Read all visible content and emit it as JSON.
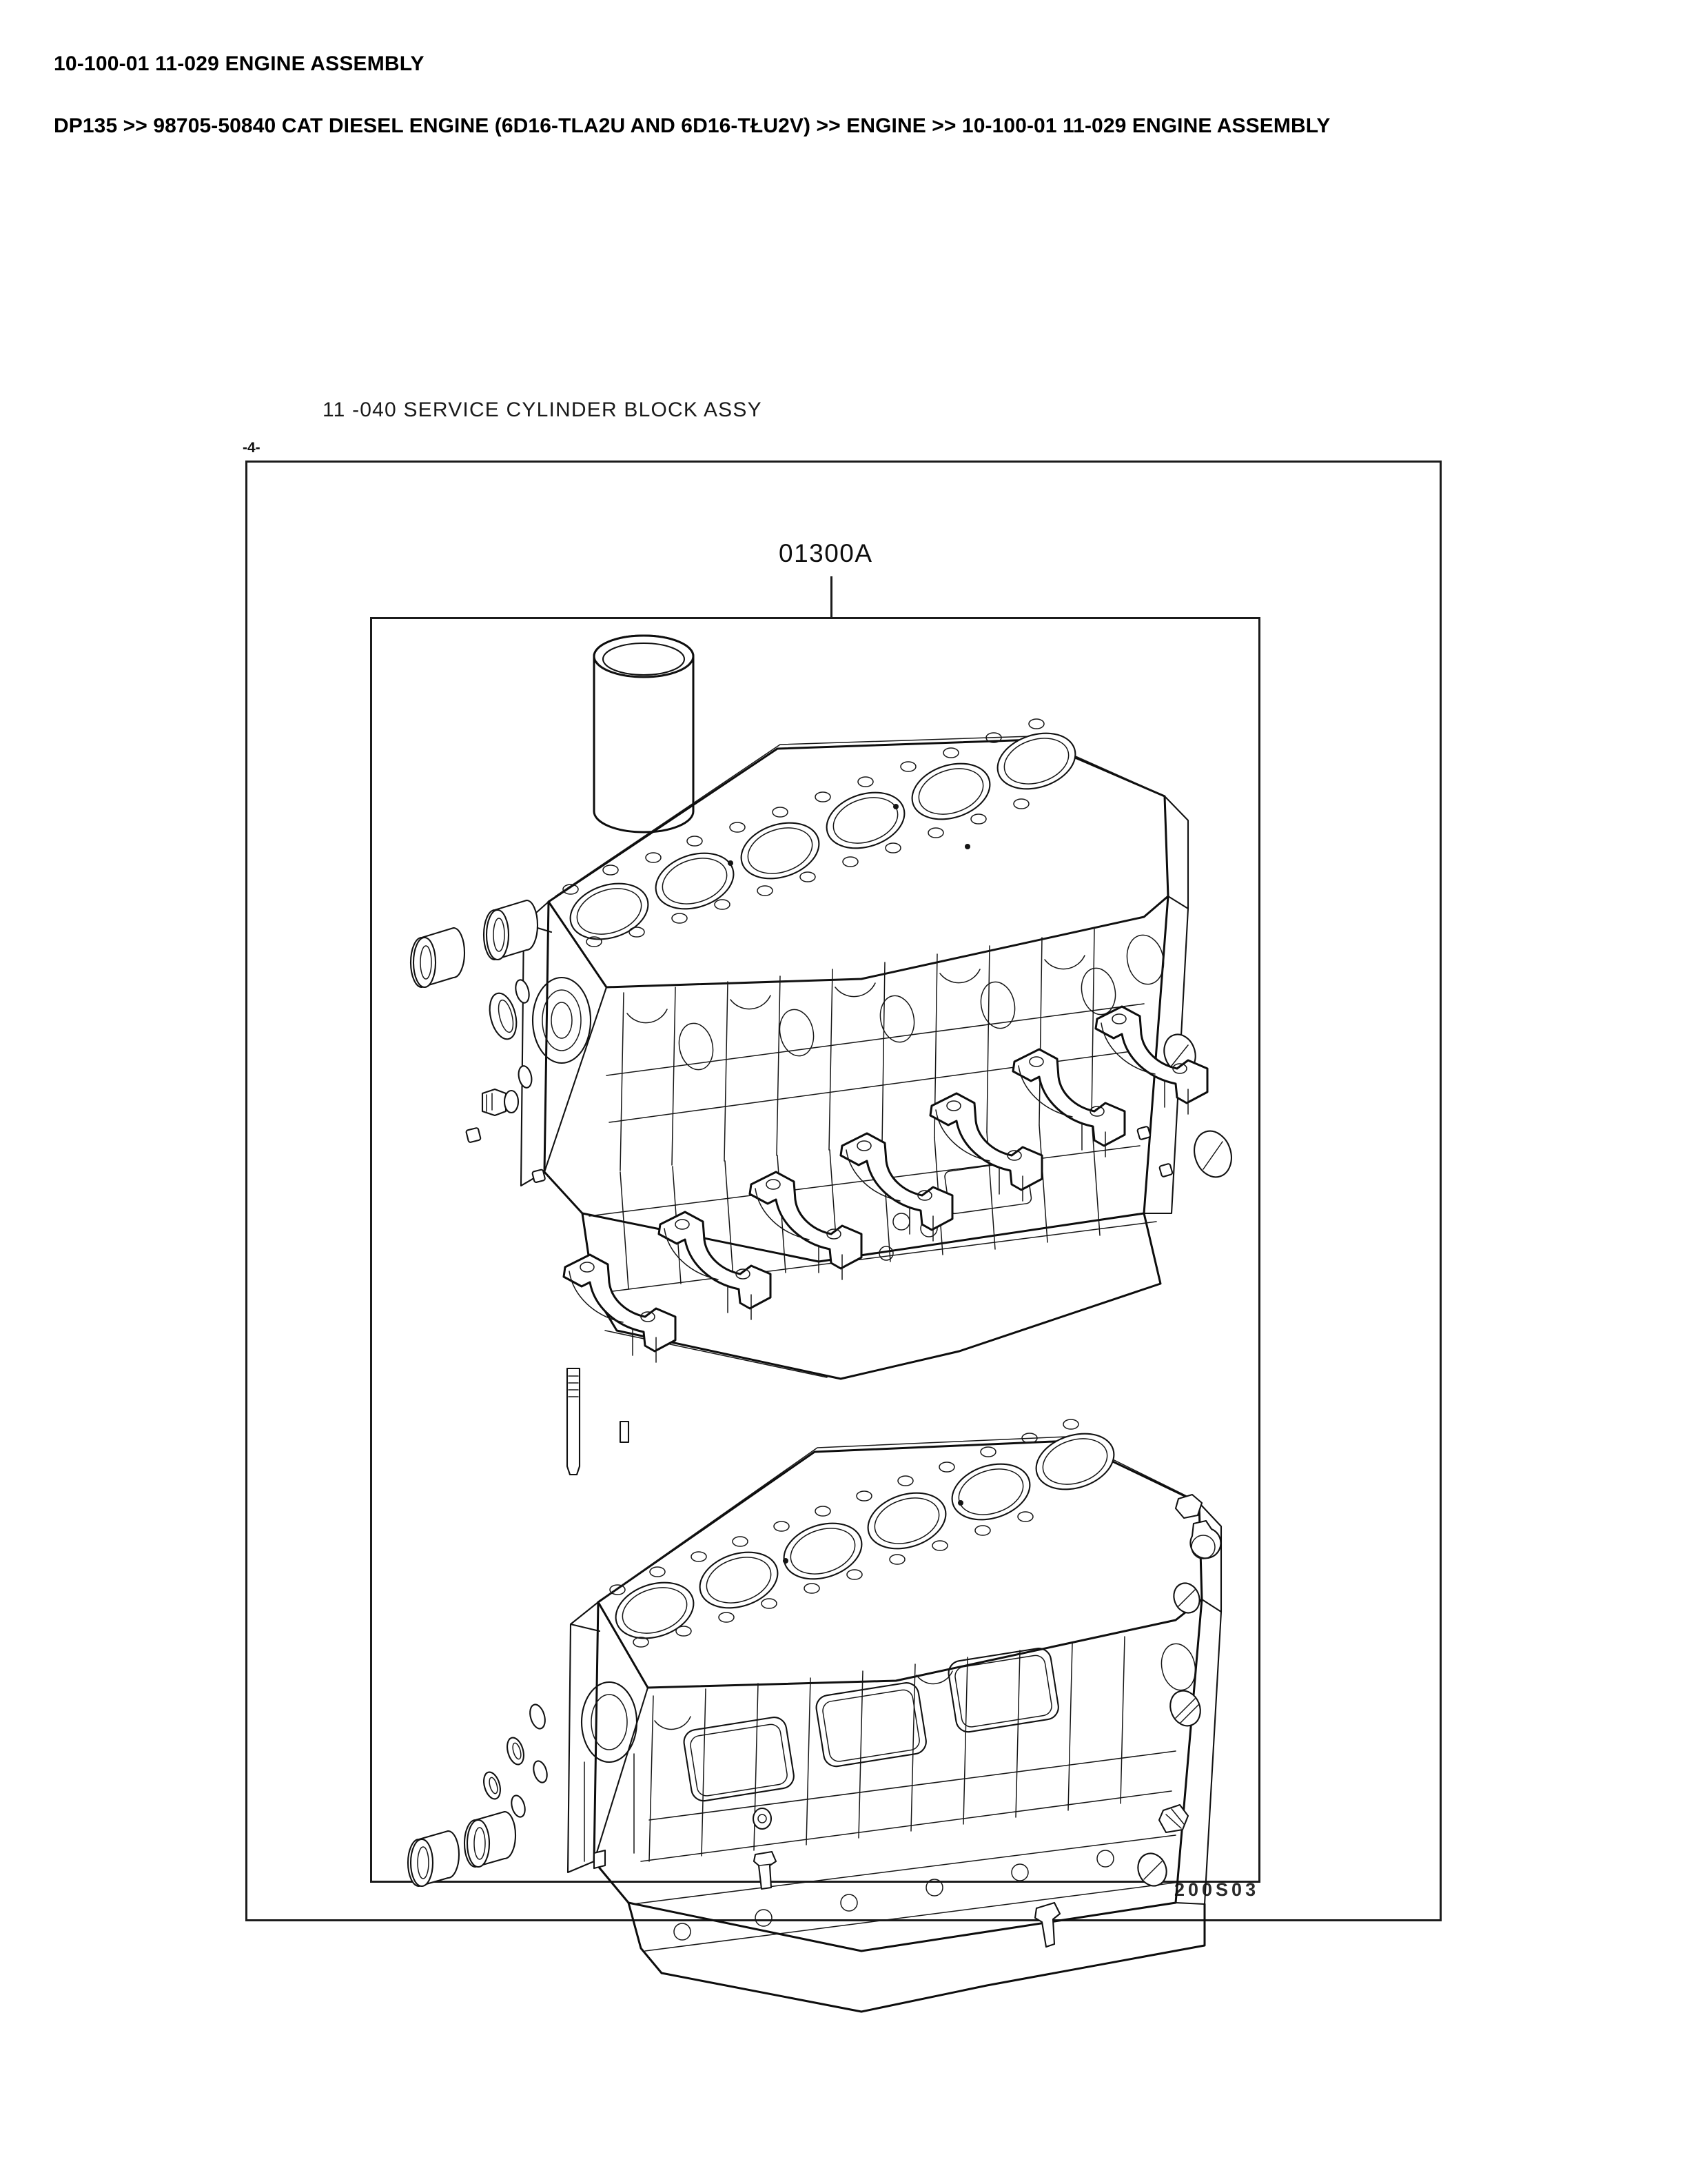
{
  "header": {
    "title": "10-100-01 11-029 ENGINE ASSEMBLY",
    "breadcrumb": "DP135 >> 98705-50840 CAT DIESEL ENGINE (6D16-TLA2U AND 6D16-TŁU2V) >> ENGINE >> 10-100-01 11-029 ENGINE ASSEMBLY"
  },
  "figure": {
    "caption": "11 -040   SERVICE CYLINDER BLOCK ASSY",
    "page_marker": "-4-",
    "part_number": "01300A",
    "drawing_number": "200S03",
    "description": "Exploded technical line drawing of a six-cylinder service cylinder block assembly, shown in two isometric views with cylinder liner, seven main bearing caps, bushings, plugs, dowels and bolts.",
    "components": [
      {
        "name": "cylinder-liner",
        "count": 1
      },
      {
        "name": "cylinder-block-upper-view",
        "count": 1
      },
      {
        "name": "cylinder-block-lower-view",
        "count": 1
      },
      {
        "name": "main-bearing-cap",
        "count": 7
      },
      {
        "name": "camshaft-bushing",
        "count": 4
      },
      {
        "name": "core-plug",
        "count": 6
      },
      {
        "name": "dowel-pin",
        "count": 5
      },
      {
        "name": "long-bolt",
        "count": 1
      },
      {
        "name": "flange-bolt",
        "count": 3
      }
    ],
    "cylinder_bores": 6,
    "colors": {
      "line": "#111111",
      "frame": "#1b1b1b",
      "background": "#ffffff"
    }
  }
}
